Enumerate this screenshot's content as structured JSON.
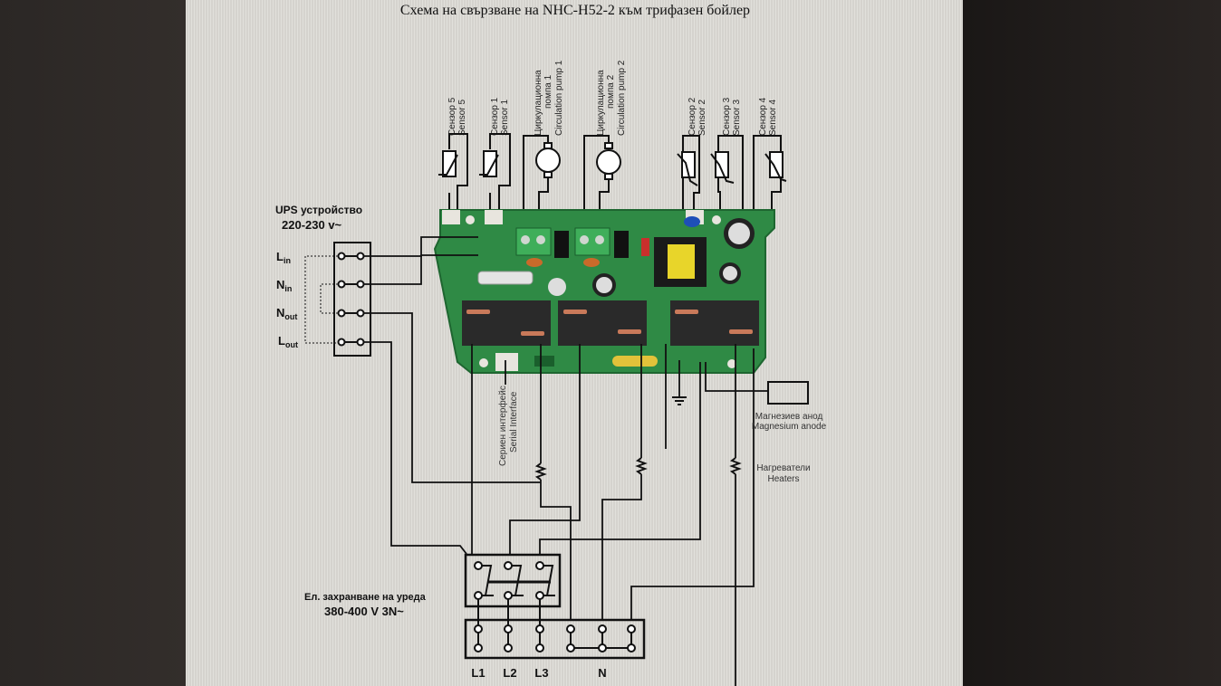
{
  "title": "Схема на свързване на NHC-H52-2 към трифазен бойлер",
  "sensors_top": [
    {
      "id": "sensor5",
      "bg": "Сензор 5",
      "en": "Sensor 5"
    },
    {
      "id": "sensor1",
      "bg": "Сензор 1",
      "en": "Sensor 1"
    },
    {
      "id": "sensor2",
      "bg": "Сензор 2",
      "en": "Sensor 2"
    },
    {
      "id": "sensor3",
      "bg": "Сензор 3",
      "en": "Sensor 3"
    },
    {
      "id": "sensor4",
      "bg": "Сензор 4",
      "en": "Sensor 4"
    }
  ],
  "pumps": [
    {
      "id": "pump1",
      "bg1": "Циркулационна",
      "bg2": "помпа 1",
      "en": "Circulation pump 1"
    },
    {
      "id": "pump2",
      "bg1": "Циркулационна",
      "bg2": "помпа 2",
      "en": "Circulation pump 2"
    }
  ],
  "ups": {
    "title": "UPS устройство",
    "voltage": "220-230 v~",
    "terminals": [
      {
        "main": "L",
        "sub": "in"
      },
      {
        "main": "N",
        "sub": "in"
      },
      {
        "main": "N",
        "sub": "out"
      },
      {
        "main": "L",
        "sub": "out"
      }
    ]
  },
  "serial": {
    "bg": "Сериен интерфейс",
    "en": "Serial Interface"
  },
  "anode": {
    "bg": "Магнезиев анод",
    "en": "Magnesium anode"
  },
  "heaters": {
    "bg": "Нагреватели",
    "en": "Heaters"
  },
  "supply": {
    "title": "Ел. захранване на уреда",
    "voltage": "380-400 V 3N~"
  },
  "terminal_labels": {
    "l1": "L1",
    "l2": "L2",
    "l3": "L3",
    "n": "N"
  },
  "colors": {
    "pcb": "#2f8a45",
    "pcb_dark": "#1e6630",
    "relay": "#2a2a2a",
    "terminal_green": "#3fae5a",
    "line": "#111111"
  }
}
